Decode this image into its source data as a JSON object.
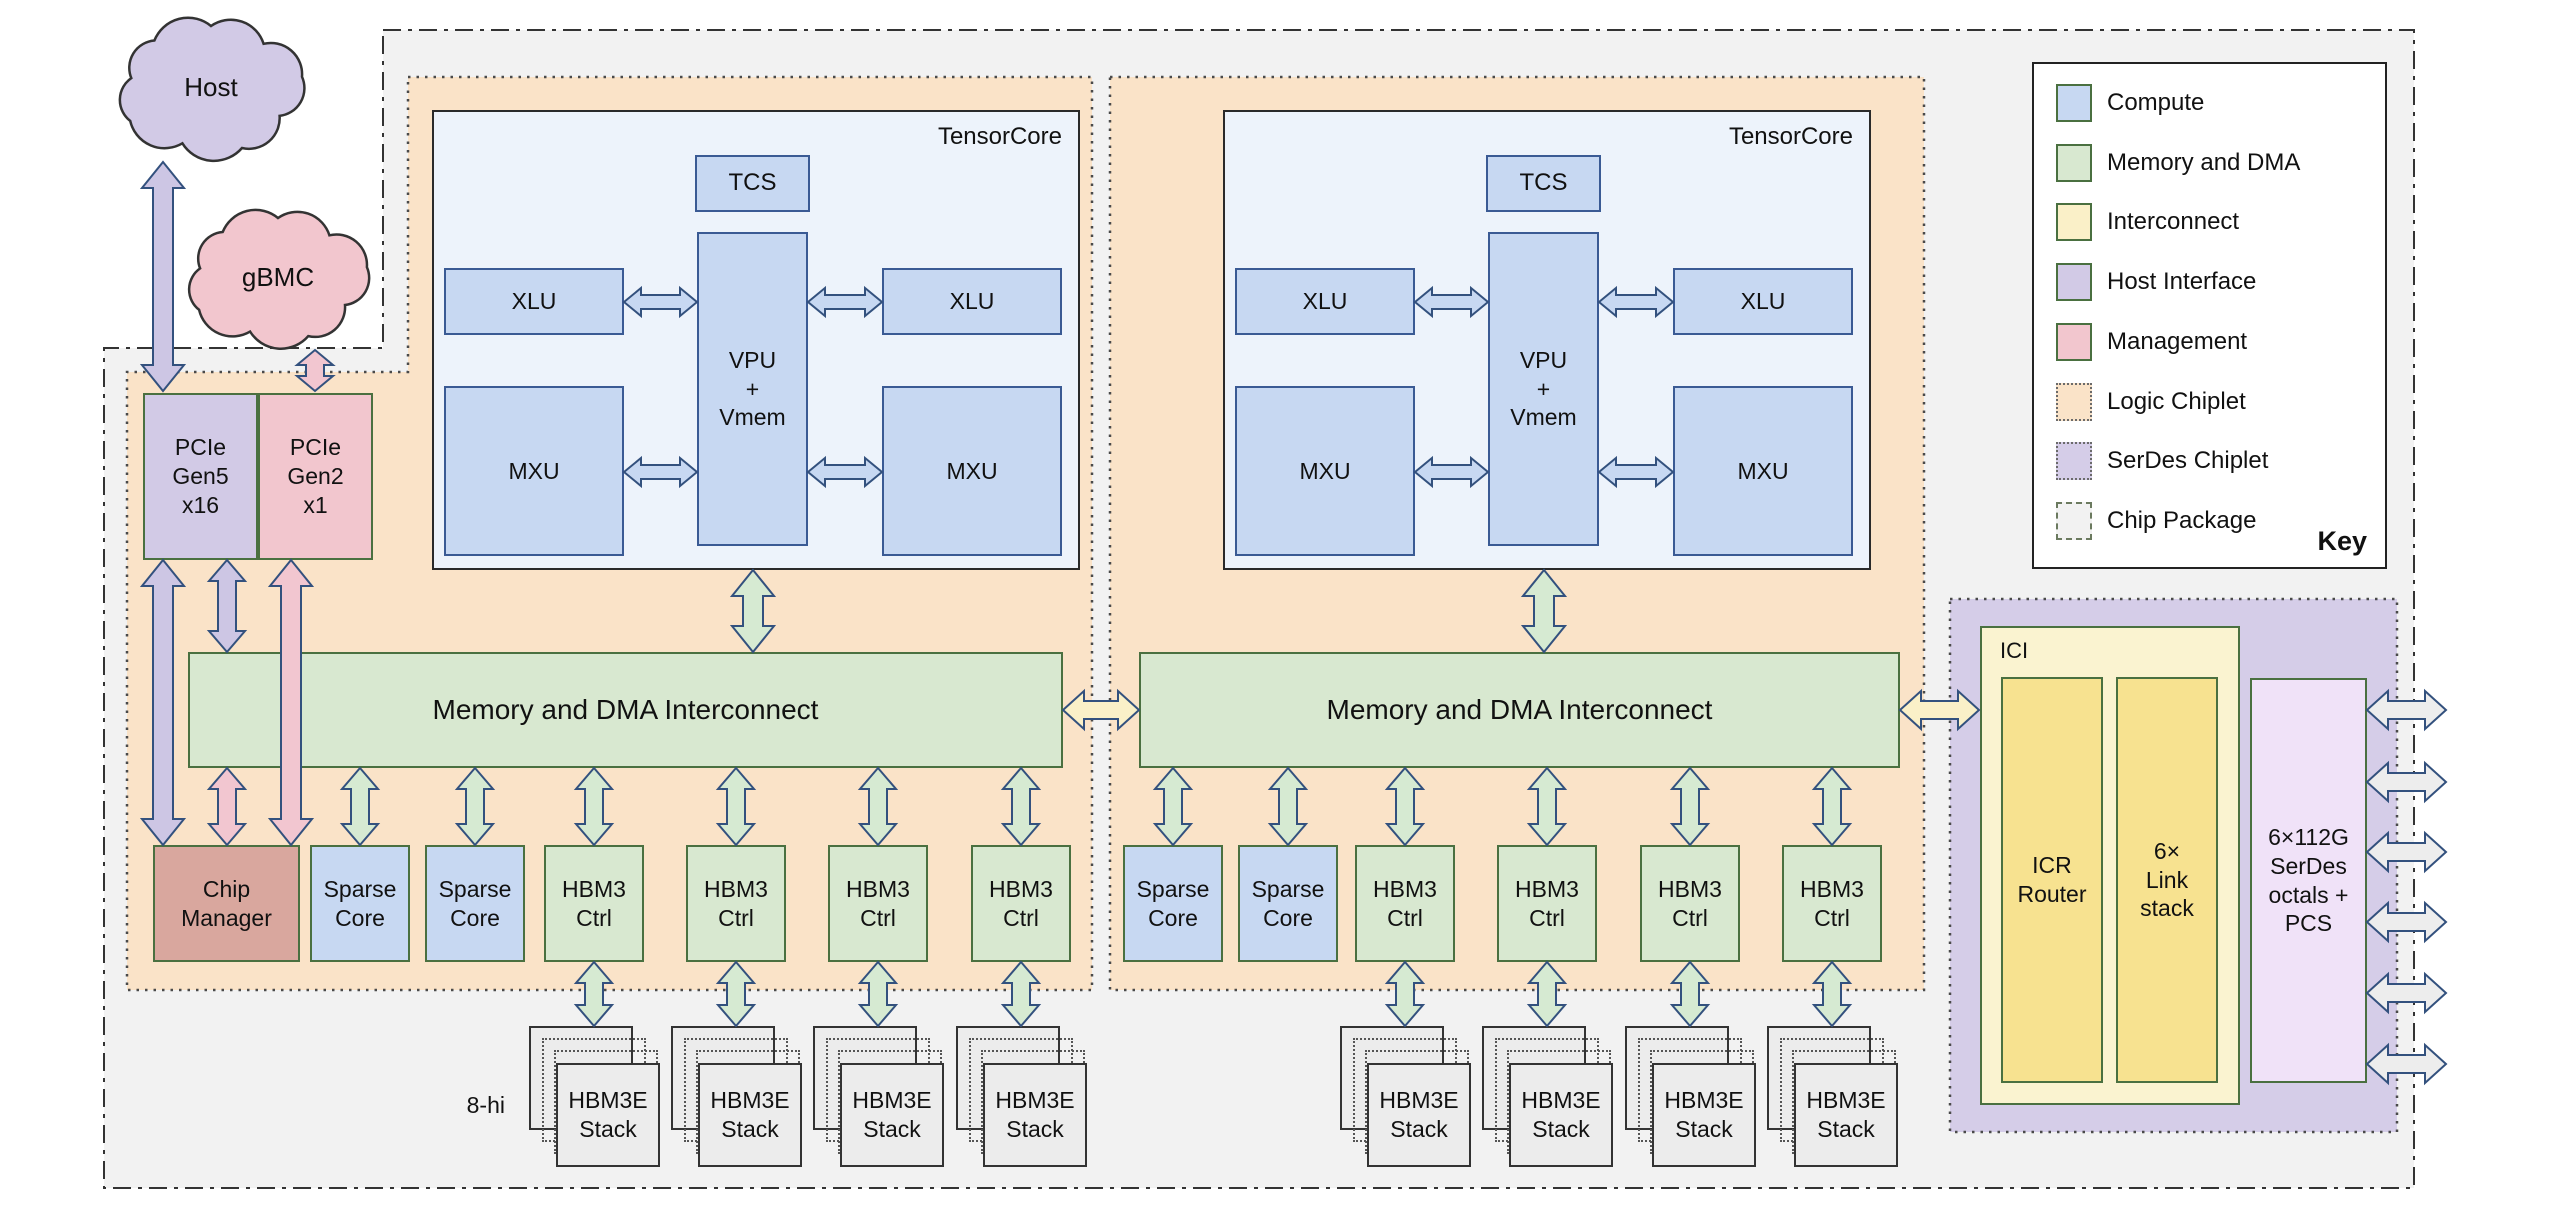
{
  "colors": {
    "compute": "#c7d8f2",
    "compute_border": "#3a5a94",
    "memory": "#d8e8d0",
    "green_border": "#4a7040",
    "interconnect_fill": "#faf0c8",
    "host_fill": "#d2cae6",
    "management_fill": "#f2c6ce",
    "chip_manager_fill": "#d9a79e",
    "logic_chiplet": "#fae3c8",
    "serdes_chiplet": "#d5cde8",
    "package_fill": "#f2f2f2",
    "serdes_box": "#f0e2f8",
    "ici_outer": "#faf3d0",
    "ici_inner": "#f7e290",
    "stack_fill": "#ececec",
    "tensorcore_bg": "#edf3fb",
    "arrow_stroke": "#33517e",
    "arrow_lavender": "#cdc6e4",
    "arrow_pink": "#f2c6d0",
    "arrow_green": "#d6ead2",
    "arrow_blue": "#c7d8f2",
    "arrow_yellow": "#faf0c8",
    "arrow_gray": "#ededed"
  },
  "clouds": {
    "host": "Host",
    "gbmc": "gBMC"
  },
  "boxes": {
    "pcie_gen5": "PCIe\nGen5\nx16",
    "pcie_gen2": "PCIe\nGen2\nx1",
    "chip_manager": "Chip\nManager",
    "tensorcore_label": "TensorCore",
    "tcs": "TCS",
    "vpu": "VPU\n+\nVmem",
    "xlu": "XLU",
    "mxu": "MXU",
    "interconnect": "Memory and DMA Interconnect",
    "sparse_core": "Sparse\nCore",
    "hbm_ctrl": "HBM3\nCtrl",
    "hbm_stack": "HBM3E\nStack",
    "stack_note": "8-hi",
    "ici_label": "ICI",
    "icr_router": "ICR\nRouter",
    "link_stack": "6×\nLink\nstack",
    "serdes_octals": "6×112G\nSerDes\noctals +\nPCS"
  },
  "key": {
    "title": "Key",
    "items": [
      {
        "label": "Compute",
        "fill": "compute",
        "border": "solid"
      },
      {
        "label": "Memory and DMA",
        "fill": "memory",
        "border": "solid"
      },
      {
        "label": "Interconnect",
        "fill": "interconnect_fill",
        "border": "solid"
      },
      {
        "label": "Host Interface",
        "fill": "host_fill",
        "border": "solid"
      },
      {
        "label": "Management",
        "fill": "management_fill",
        "border": "solid"
      },
      {
        "label": "Logic Chiplet",
        "fill": "logic_chiplet",
        "border": "dot"
      },
      {
        "label": "SerDes Chiplet",
        "fill": "serdes_chiplet",
        "border": "dot"
      },
      {
        "label": "Chip Package",
        "fill": "package_fill",
        "border": "dash"
      }
    ]
  }
}
